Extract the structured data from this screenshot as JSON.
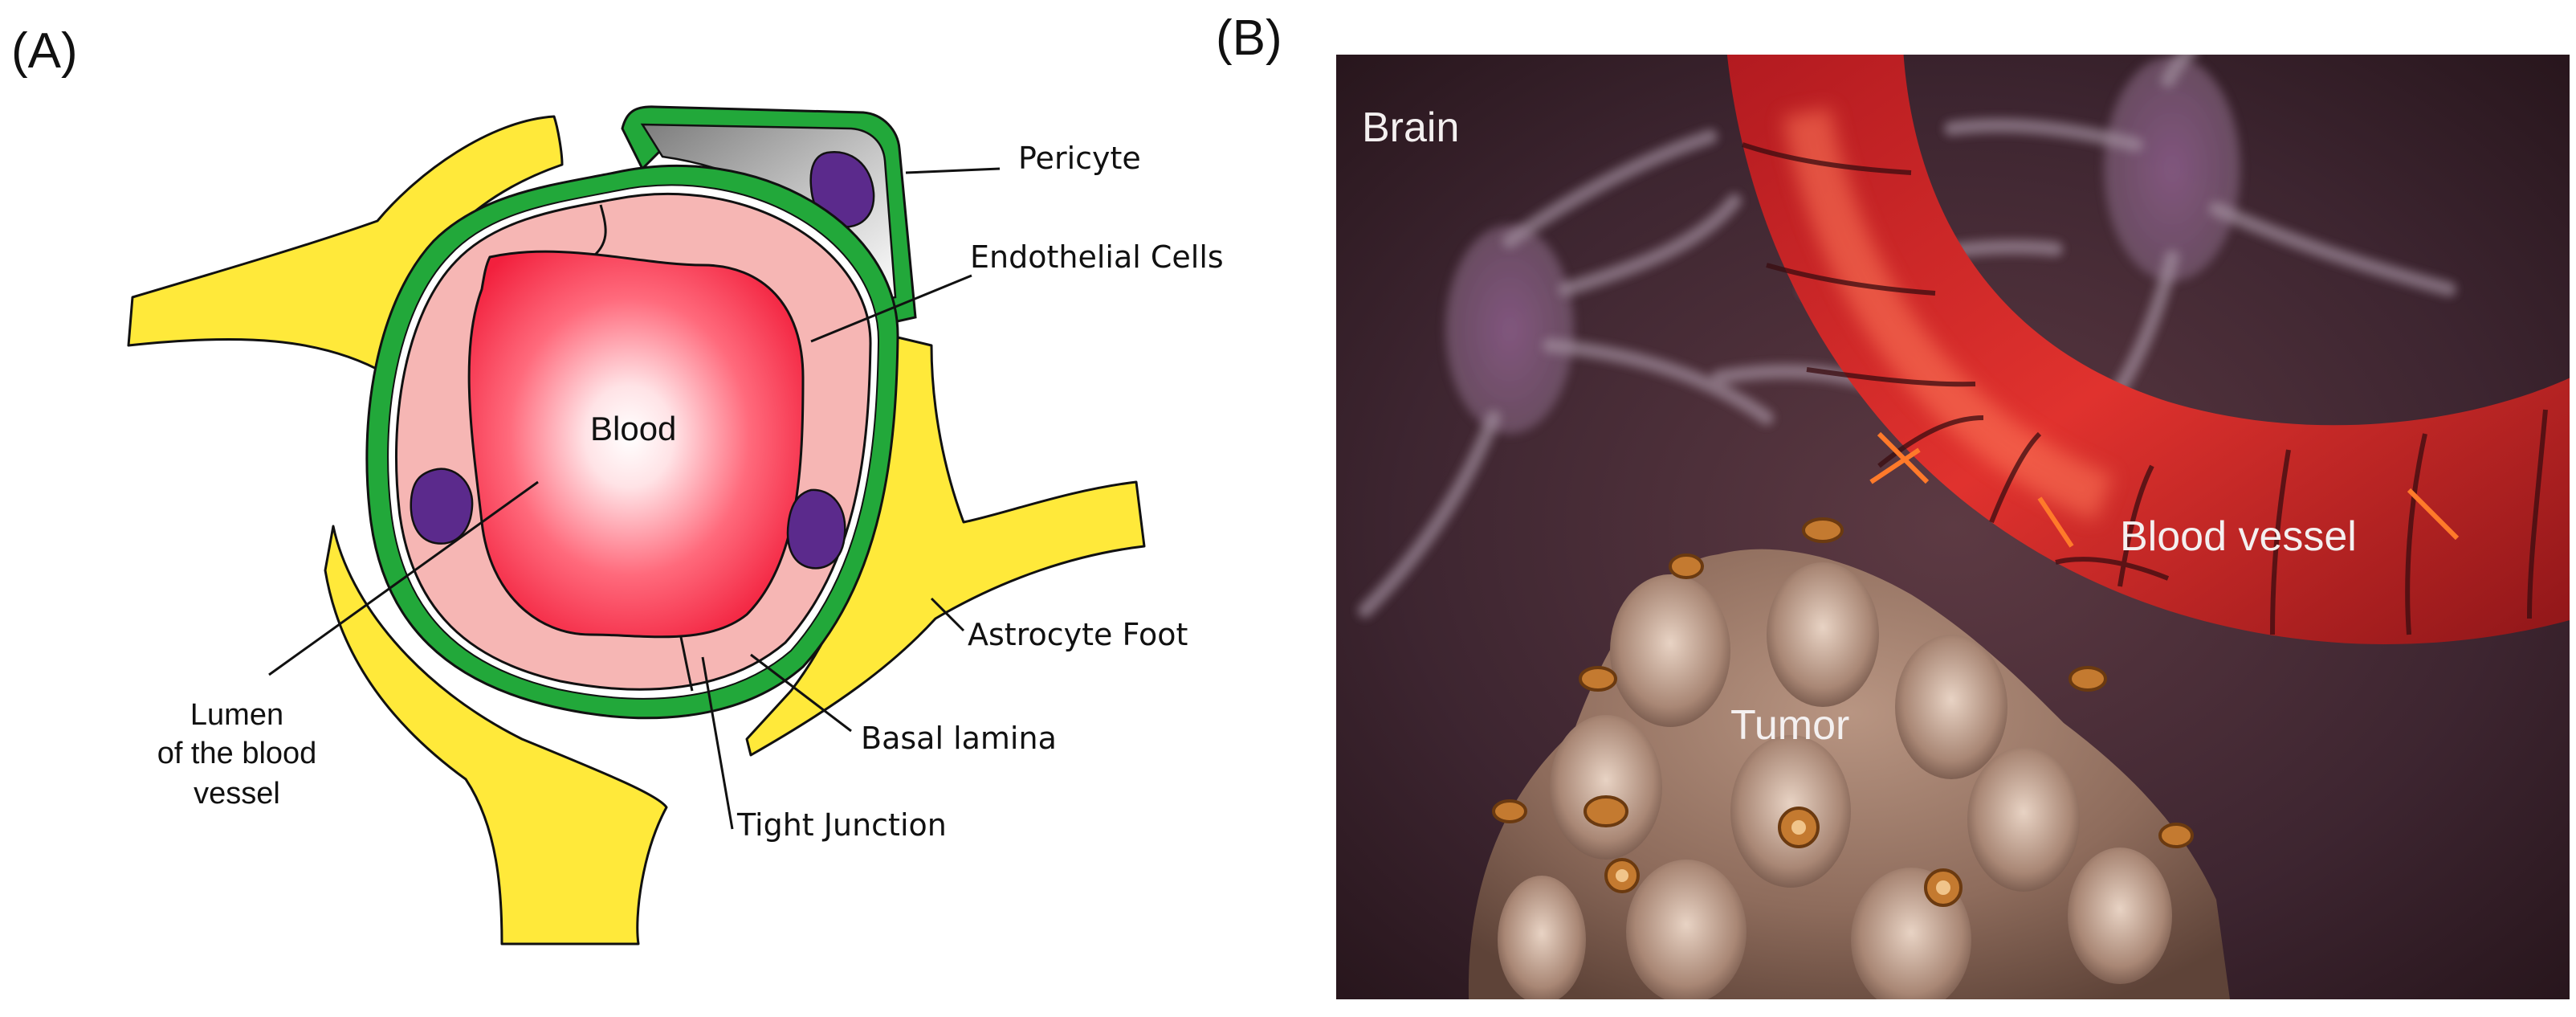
{
  "panels": {
    "a_label": "(A)",
    "b_label": "(B)"
  },
  "diagram_a": {
    "blood": "Blood",
    "pericyte": "Pericyte",
    "endothelial_cells": "Endothelial Cells",
    "astrocyte_foot": "Astrocyte Foot",
    "basal_lamina": "Basal lamina",
    "tight_junction": "Tight Junction",
    "lumen_line1": "Lumen",
    "lumen_line2": "of the blood",
    "lumen_line3": "vessel"
  },
  "diagram_b": {
    "brain": "Brain",
    "blood_vessel": "Blood vessel",
    "tumor": "Tumor"
  },
  "colors": {
    "astrocyte": "#ffe93a",
    "basal_lamina": "#22a83a",
    "endothelial": "#f6b6b4",
    "blood_core": "#ff3350",
    "nucleus": "#5b2a8c",
    "pericyte": "#9a9a9a"
  }
}
